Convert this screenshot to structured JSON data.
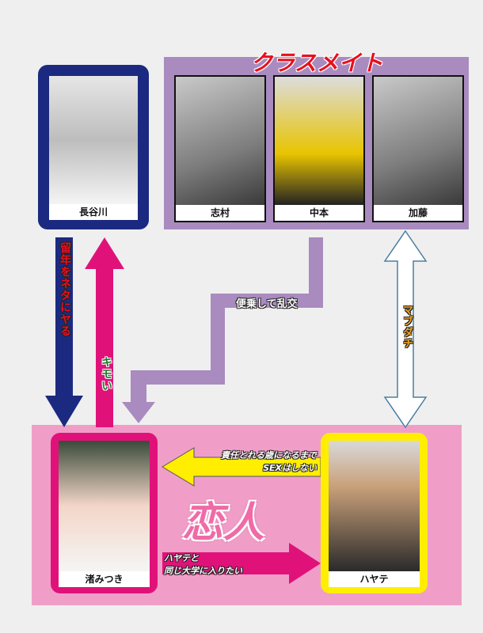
{
  "classmates": {
    "title": "クラスメイト",
    "members": [
      {
        "name": "志村"
      },
      {
        "name": "中本"
      },
      {
        "name": "加藤"
      }
    ]
  },
  "teacher": {
    "name": "長谷川"
  },
  "heroine": {
    "name": "渚みつき"
  },
  "boyfriend": {
    "name": "ハヤテ"
  },
  "relations": {
    "teacher_to_heroine": "留年をネタにヤる",
    "heroine_to_teacher": "キモい",
    "classmates_to_heroine": "便乗して乱交",
    "classmates_boyfriend": "マブダチ",
    "boyfriend_to_heroine_line1": "責任とれる歳になるまで",
    "boyfriend_to_heroine_line2": "SEXはしない",
    "heroine_to_boyfriend_line1": "ハヤテと",
    "heroine_to_boyfriend_line2": "同じ大学に入りたい",
    "couple": "恋人"
  },
  "colors": {
    "teacher": "#1b2a80",
    "classmates": "#a98bbf",
    "heroine": "#e0127a",
    "boyfriend": "#ffee00",
    "lovers_bg": "#f09ec8"
  }
}
